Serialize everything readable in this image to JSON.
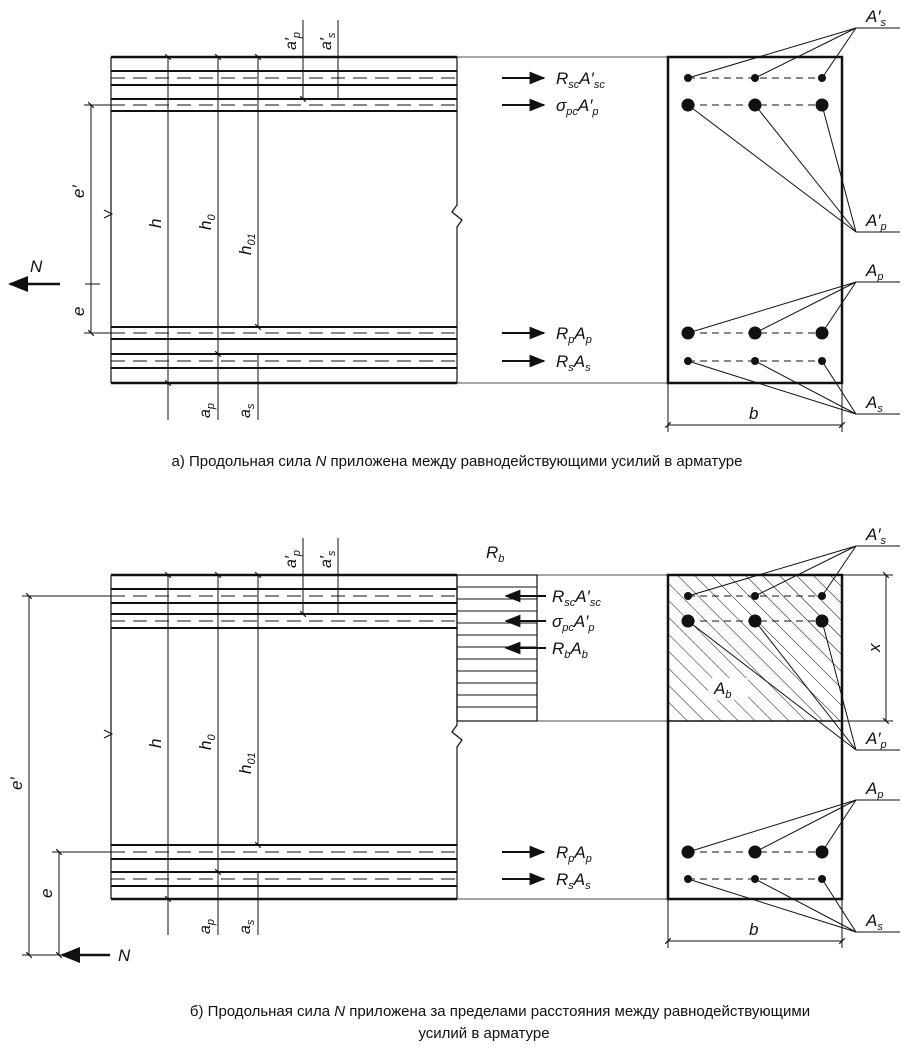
{
  "diagram_a": {
    "dims": {
      "ap_top": "a′p",
      "as_top": "a′s",
      "e_prime": "e′",
      "e": "e",
      "h": "h",
      "h0": "h0",
      "h01": "h01",
      "ap_bottom": "ap",
      "as_bottom": "as",
      "b": "b"
    },
    "force_N": "N",
    "forces": [
      "RscA′sc",
      "σpcA′p",
      "RpAp",
      "RsAs"
    ],
    "section_labels": [
      "A′s",
      "A′p",
      "Ap",
      "As"
    ],
    "caption_parts": [
      "а) Продольная сила ",
      "N",
      " приложена между равнодействующими усилий в арматуре"
    ]
  },
  "diagram_b": {
    "dims": {
      "ap_top": "a′p",
      "as_top": "a′s",
      "e_prime": "e′",
      "e": "e",
      "h": "h",
      "h0": "h0",
      "h01": "h01",
      "ap_bottom": "ap",
      "as_bottom": "as",
      "b": "b",
      "x": "x"
    },
    "stress_block": "Rb",
    "force_N": "N",
    "forces": [
      "RscA′sc",
      "σpcA′p",
      "RbAb",
      "RpAp",
      "RsAs"
    ],
    "section_labels": [
      "A′s",
      "A′p",
      "Ap",
      "As",
      "Ab"
    ],
    "caption_line1_parts": [
      "б) Продольная сила ",
      "N",
      " приложена за пределами расстояния между равнодействующими"
    ],
    "caption_line2": "усилий в арматуре"
  }
}
